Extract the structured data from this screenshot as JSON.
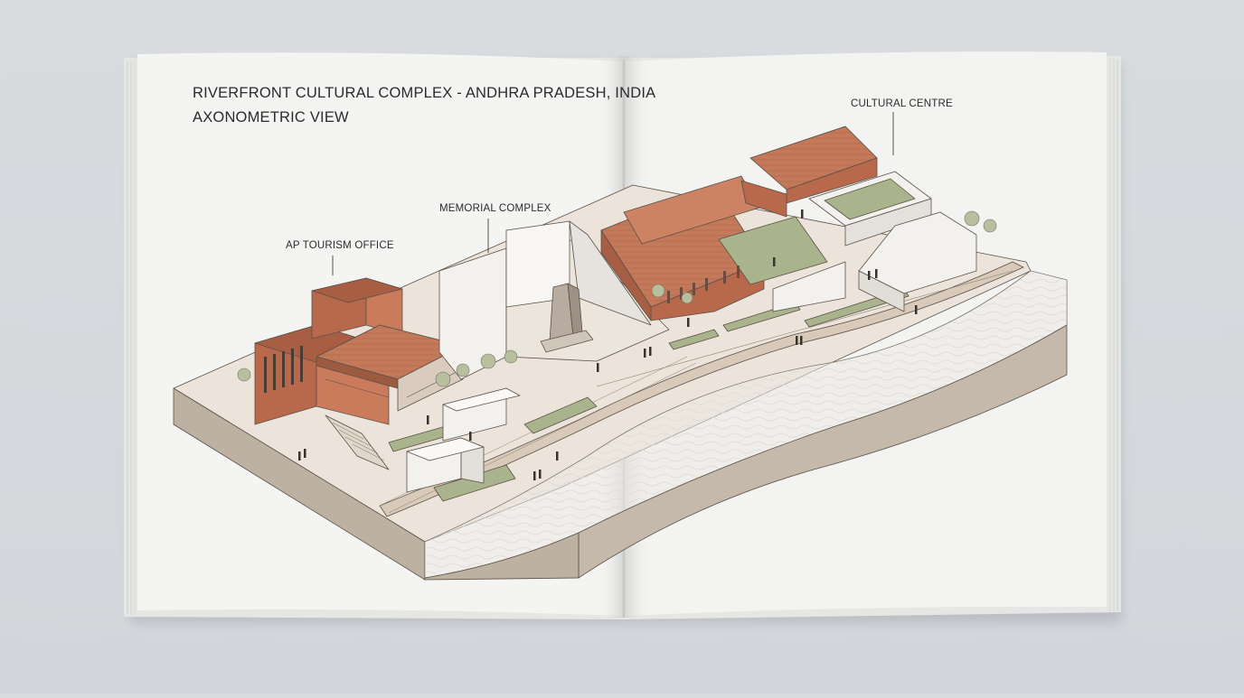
{
  "page": {
    "title_line_1": "RIVERFRONT CULTURAL COMPLEX - ANDHRA PRADESH, INDIA",
    "title_line_2": "AXONOMETRIC VIEW"
  },
  "callouts": {
    "cultural_centre": "CULTURAL CENTRE",
    "memorial_complex": "MEMORIAL COMPLEX",
    "tourism_office": "AP TOURISM OFFICE"
  },
  "colors": {
    "background": "#d5d9dc",
    "paper": "#f4f4f3",
    "roof_terracotta": "#c47a5a",
    "brick_wall": "#b9694b",
    "white_volume": "#f2f1ee",
    "earth_section": "#bfb3a3",
    "river_water": "#ebe9e4",
    "landscape_green": "#a9b48c",
    "ink": "#2b2b2b"
  }
}
